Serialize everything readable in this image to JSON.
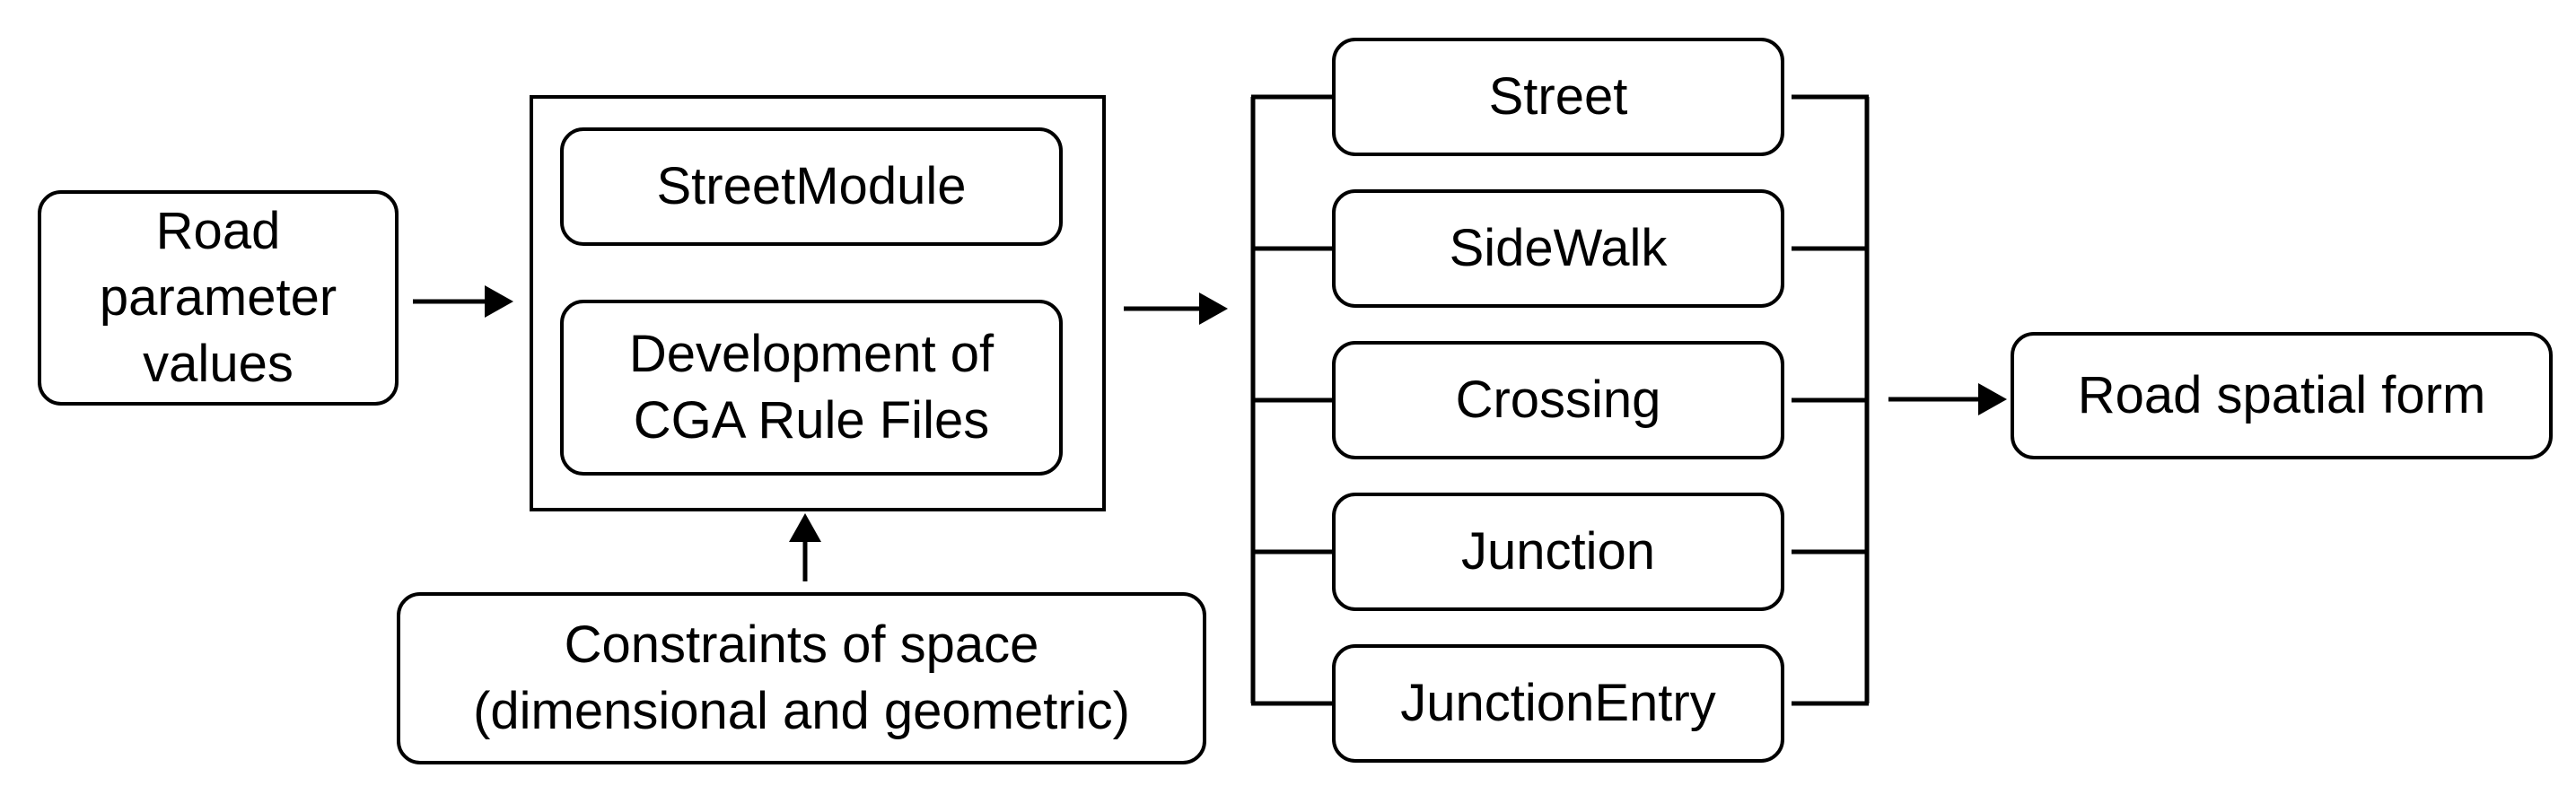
{
  "diagram": {
    "input": "Road\nparameter\nvalues",
    "module_box": {
      "street_module": "StreetModule",
      "cga_rules": "Development of\nCGA Rule Files"
    },
    "constraints": "Constraints of space\n(dimensional and geometric)",
    "components": [
      "Street",
      "SideWalk",
      "Crossing",
      "Junction",
      "JunctionEntry"
    ],
    "output": "Road spatial form"
  }
}
